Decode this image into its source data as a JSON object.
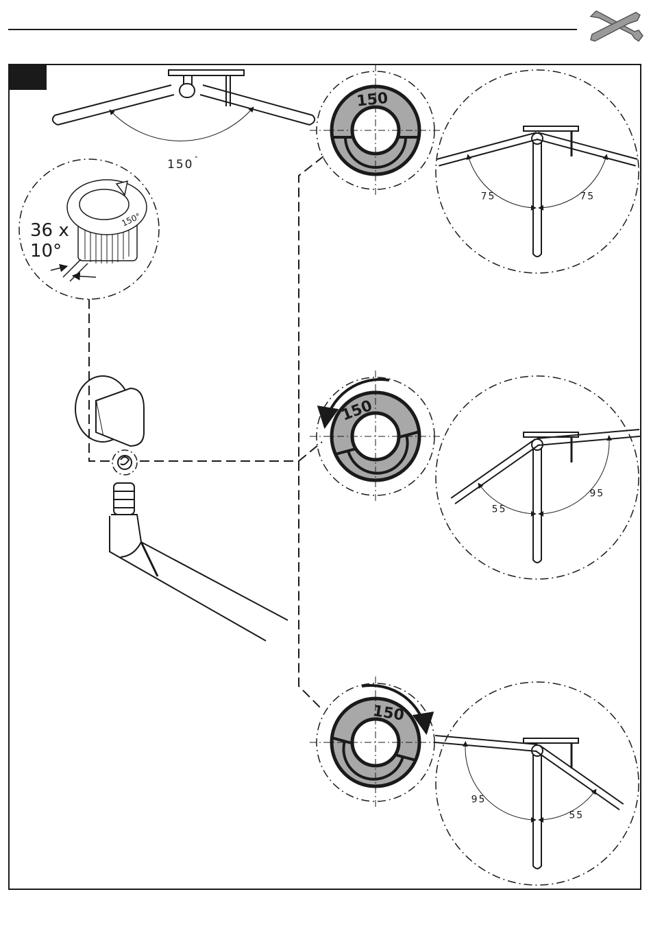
{
  "page": {
    "step_number": "",
    "tools_icon": "wrench-screwdriver-icon"
  },
  "top_assembly": {
    "angle_label": "150"
  },
  "knob_detail": {
    "detent_count_label": "36 x",
    "detent_angle_label": "10°",
    "knob_marking": "150°"
  },
  "rotation_dials": [
    {
      "label": "150",
      "direction": "none"
    },
    {
      "label": "150",
      "direction": "counterclockwise"
    },
    {
      "label": "150",
      "direction": "clockwise"
    }
  ],
  "position_views": [
    {
      "left_angle": "75",
      "right_angle": "75"
    },
    {
      "left_angle": "55",
      "right_angle": "95"
    },
    {
      "left_angle": "95",
      "right_angle": "55"
    }
  ],
  "colors": {
    "line": "#1a1a1a",
    "dial_fill": "#a8a8a8",
    "white": "#ffffff"
  }
}
